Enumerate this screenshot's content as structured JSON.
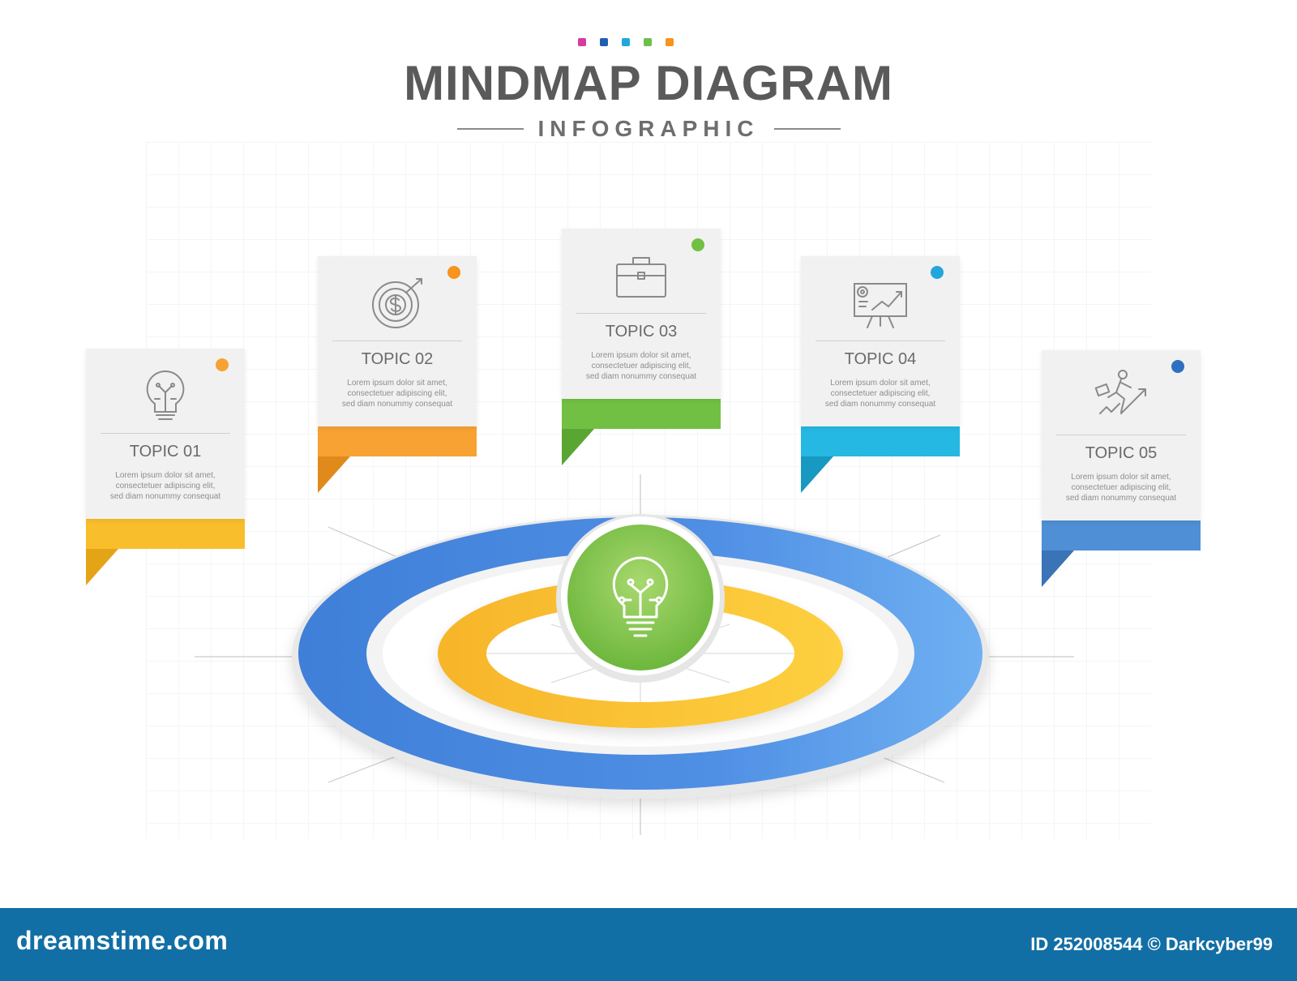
{
  "header": {
    "title": "MINDMAP DIAGRAM",
    "subtitle": "INFOGRAPHIC",
    "accent_dots": [
      "#d63b9e",
      "#1f5fb0",
      "#23a6dc",
      "#6cc04a",
      "#f7931e"
    ]
  },
  "topics": [
    {
      "title": "TOPIC 01",
      "text": "Lorem ipsum dolor sit amet,\nconsectetuer adipiscing elit,\nsed diam nonummy consequat",
      "color": "#f9be2c",
      "tail": "#e4a418",
      "icon": "lightbulb-icon"
    },
    {
      "title": "TOPIC 02",
      "text": "Lorem ipsum dolor sit amet,\nconsectetuer adipiscing elit,\nsed diam nonummy consequat",
      "color": "#f7a233",
      "tail": "#e08a1c",
      "icon": "dollar-target-icon"
    },
    {
      "title": "TOPIC 03",
      "text": "Lorem ipsum dolor sit amet,\nconsectetuer adipiscing elit,\nsed diam nonummy consequat",
      "color": "#72c043",
      "tail": "#5aa632",
      "icon": "briefcase-icon"
    },
    {
      "title": "TOPIC 04",
      "text": "Lorem ipsum dolor sit amet,\nconsectetuer adipiscing elit,\nsed diam nonummy consequat",
      "color": "#25b8e2",
      "tail": "#1899c2",
      "icon": "presentation-board-icon"
    },
    {
      "title": "TOPIC 05",
      "text": "Lorem ipsum dolor sit amet,\nconsectetuer adipiscing elit,\nsed diam nonummy consequat",
      "color": "#4f8fd6",
      "tail": "#3a73b6",
      "icon": "running-businessman-icon"
    }
  ],
  "center": {
    "icon": "lightbulb-icon",
    "ring_outer": "#4a8de0",
    "ring_inner": "#f9be2c",
    "hub": "#7ec548"
  },
  "footer": {
    "logo": "dreamstime.com",
    "id_text": "ID 252008544 © Darkcyber99"
  }
}
